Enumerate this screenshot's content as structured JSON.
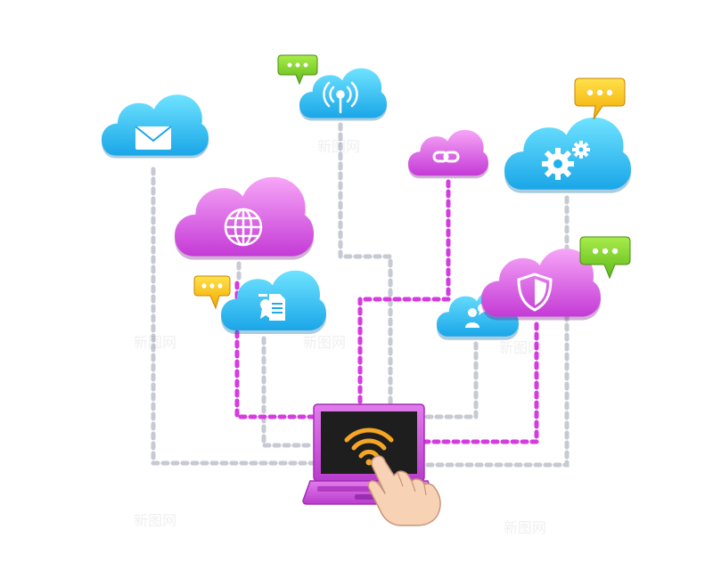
{
  "colors": {
    "cloud_blue_top": "#6fe3ff",
    "cloud_blue_bottom": "#1aa6e8",
    "cloud_pink_top": "#f59cf5",
    "cloud_pink_bottom": "#c93bd9",
    "line_gray": "#c7c9d3",
    "line_magenta": "#d63be0",
    "bubble_green": "#7ed321",
    "bubble_yellow": "#f5c518",
    "laptop_body": "#cf53de",
    "laptop_screen": "#1e1e1e",
    "wifi_icon": "#f5a623"
  },
  "clouds": [
    {
      "id": "mail",
      "color": "blue",
      "icon": "mail-icon"
    },
    {
      "id": "broadcast",
      "color": "blue",
      "icon": "broadcast-icon"
    },
    {
      "id": "link",
      "color": "pink",
      "icon": "link-icon"
    },
    {
      "id": "settings",
      "color": "blue",
      "icon": "gears-icon"
    },
    {
      "id": "globe",
      "color": "pink",
      "icon": "globe-icon"
    },
    {
      "id": "documents",
      "color": "blue",
      "icon": "document-certificate-icon"
    },
    {
      "id": "user-chat",
      "color": "blue",
      "icon": "user-chat-icon"
    },
    {
      "id": "security",
      "color": "pink",
      "icon": "shield-icon"
    }
  ],
  "speech_bubbles": [
    {
      "id": "broadcast-bubble",
      "color": "green",
      "icon": "ellipsis-icon"
    },
    {
      "id": "settings-bubble",
      "color": "yellow",
      "icon": "ellipsis-icon"
    },
    {
      "id": "documents-bubble",
      "color": "yellow",
      "icon": "ellipsis-icon"
    },
    {
      "id": "security-bubble",
      "color": "green",
      "icon": "ellipsis-icon"
    }
  ],
  "device": {
    "type": "laptop",
    "screen_icon": "wifi-icon",
    "hand_icon": "pointing-hand-icon"
  },
  "watermark": "新图网"
}
